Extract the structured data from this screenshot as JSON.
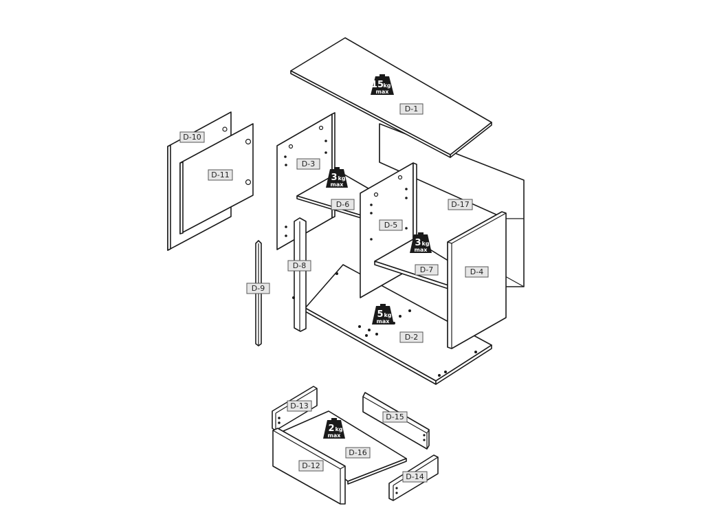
{
  "parts": {
    "d1": "D-1",
    "d2": "D-2",
    "d3": "D-3",
    "d4": "D-4",
    "d5": "D-5",
    "d6": "D-6",
    "d7": "D-7",
    "d8": "D-8",
    "d9": "D-9",
    "d10": "D-10",
    "d11": "D-11",
    "d12": "D-12",
    "d13": "D-13",
    "d14": "D-14",
    "d15": "D-15",
    "d16": "D-16",
    "d17": "D-17"
  },
  "weights": {
    "top": {
      "value": "15",
      "unit": "kg",
      "note": "max"
    },
    "shelf_left": {
      "value": "3",
      "unit": "kg",
      "note": "max"
    },
    "shelf_right": {
      "value": "3",
      "unit": "kg",
      "note": "max"
    },
    "bottom": {
      "value": "5",
      "unit": "kg",
      "note": "max"
    },
    "drawer": {
      "value": "2",
      "unit": "kg",
      "note": "max"
    }
  }
}
